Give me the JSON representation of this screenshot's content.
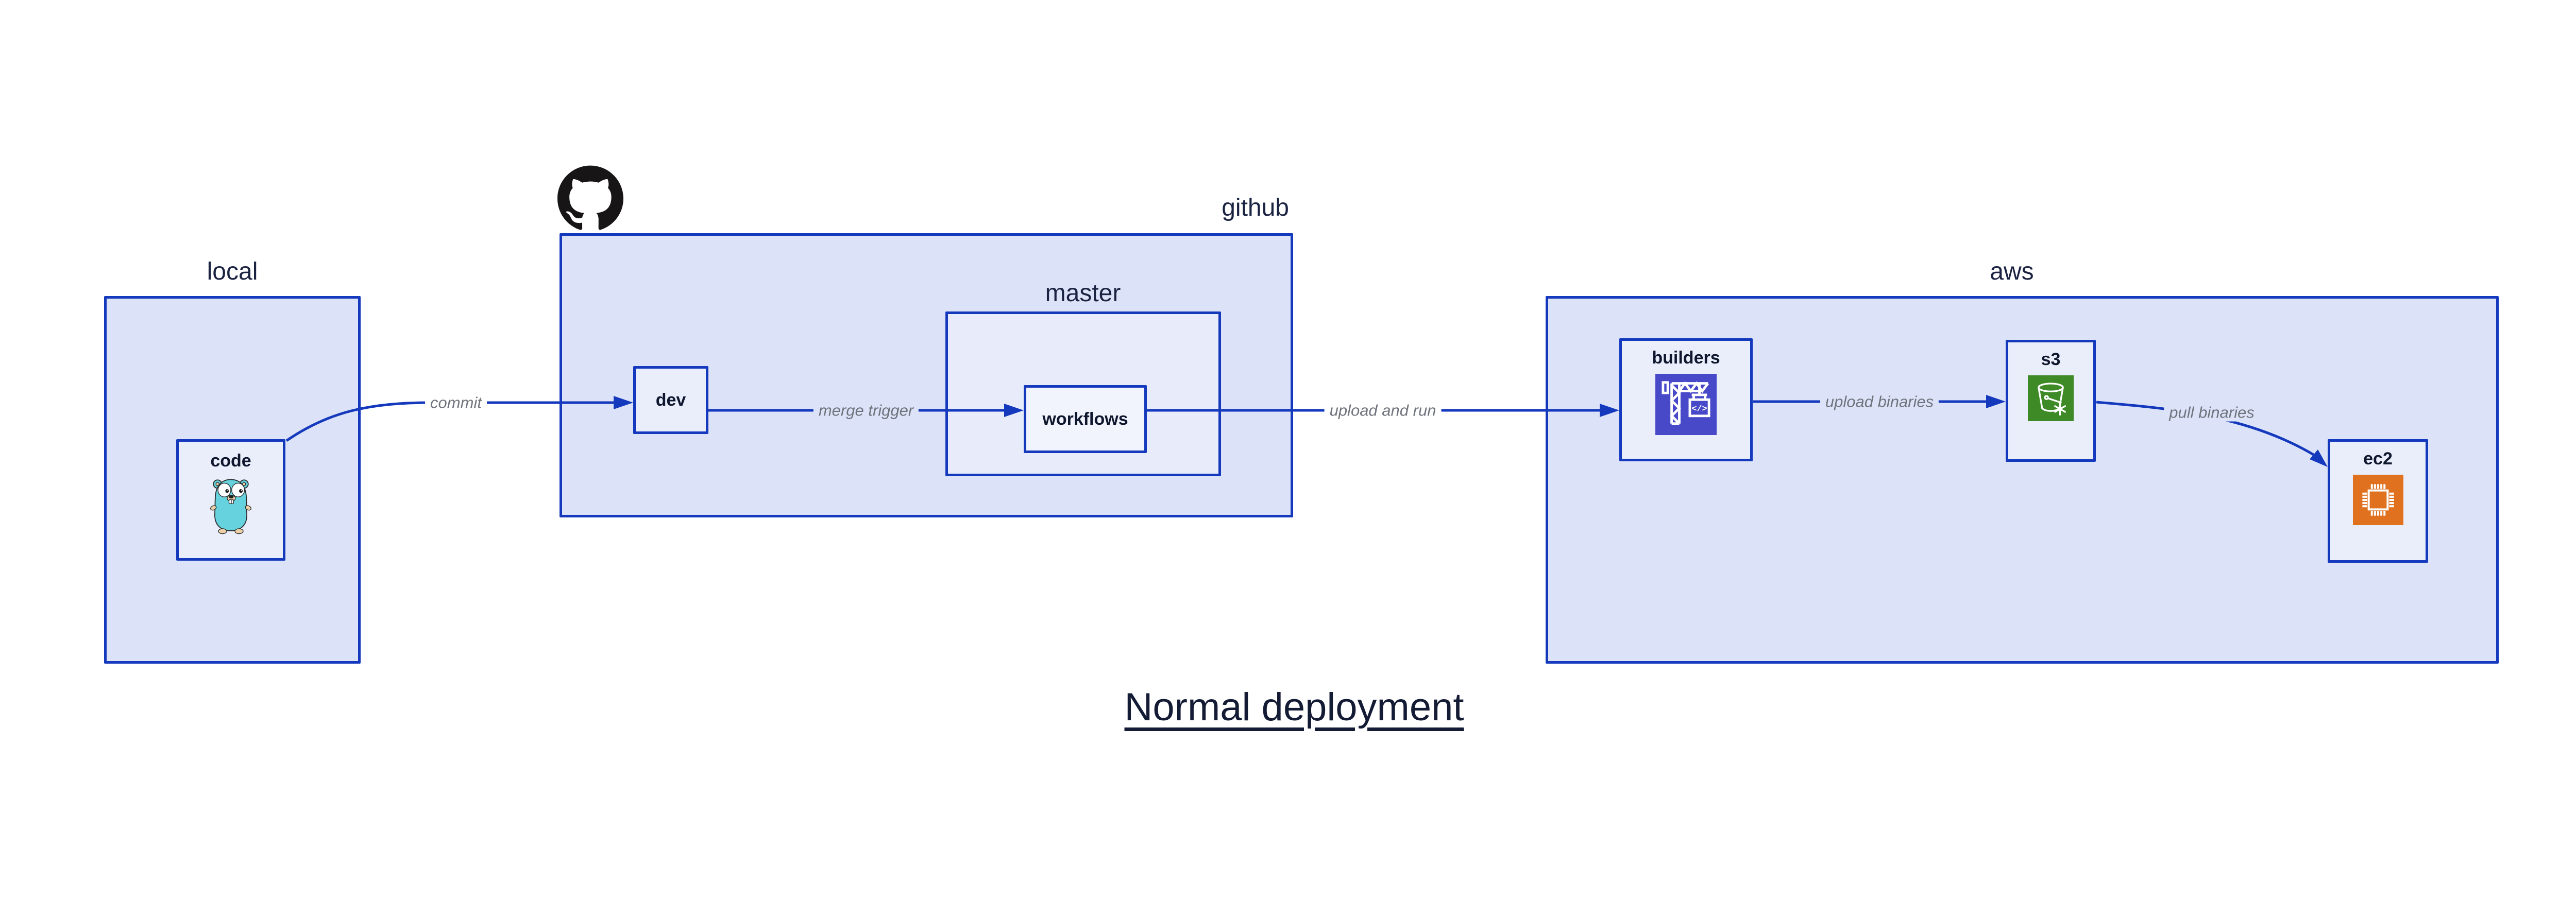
{
  "title": "Normal deployment",
  "groups": {
    "local": {
      "label": "local"
    },
    "github": {
      "label": "github"
    },
    "master": {
      "label": "master"
    },
    "aws": {
      "label": "aws"
    }
  },
  "nodes": {
    "code": {
      "label": "code",
      "icon": "go-gopher-icon"
    },
    "dev": {
      "label": "dev"
    },
    "workflows": {
      "label": "workflows"
    },
    "builders": {
      "label": "builders",
      "icon": "aws-codebuild-crane-icon"
    },
    "s3": {
      "label": "s3",
      "icon": "aws-s3-bucket-icon"
    },
    "ec2": {
      "label": "ec2",
      "icon": "aws-ec2-chip-icon"
    }
  },
  "edges": [
    {
      "id": "commit",
      "label": "commit",
      "from": "code",
      "to": "dev"
    },
    {
      "id": "merge-trigger",
      "label": "merge trigger",
      "from": "dev",
      "to": "workflows"
    },
    {
      "id": "upload-and-run",
      "label": "upload and run",
      "from": "workflows",
      "to": "builders"
    },
    {
      "id": "upload-binaries",
      "label": "upload binaries",
      "from": "builders",
      "to": "s3"
    },
    {
      "id": "pull-binaries",
      "label": "pull binaries",
      "from": "s3",
      "to": "ec2"
    }
  ],
  "icons": {
    "github_logo": "github-octocat-icon"
  },
  "colors": {
    "line": "#1539bd",
    "group-fill": "#dce3f8",
    "master-fill": "#e7ebfa",
    "node-fill": "#eaeefb",
    "workflows-fill": "#f2f4fd",
    "edge-label-color": "#6f747c",
    "node-label-color": "#0f172e",
    "group-label-color": "#1b2342",
    "title-color": "#141b34",
    "codebuild-bg": "#4749c9",
    "s3-bg": "#3e8a27",
    "ec2-bg": "#e0711f",
    "octocat": "#171515",
    "gopher-body": "#65d2dd",
    "gopher-skin": "#ecd0a9",
    "gopher-outline": "#2a2a2a"
  }
}
